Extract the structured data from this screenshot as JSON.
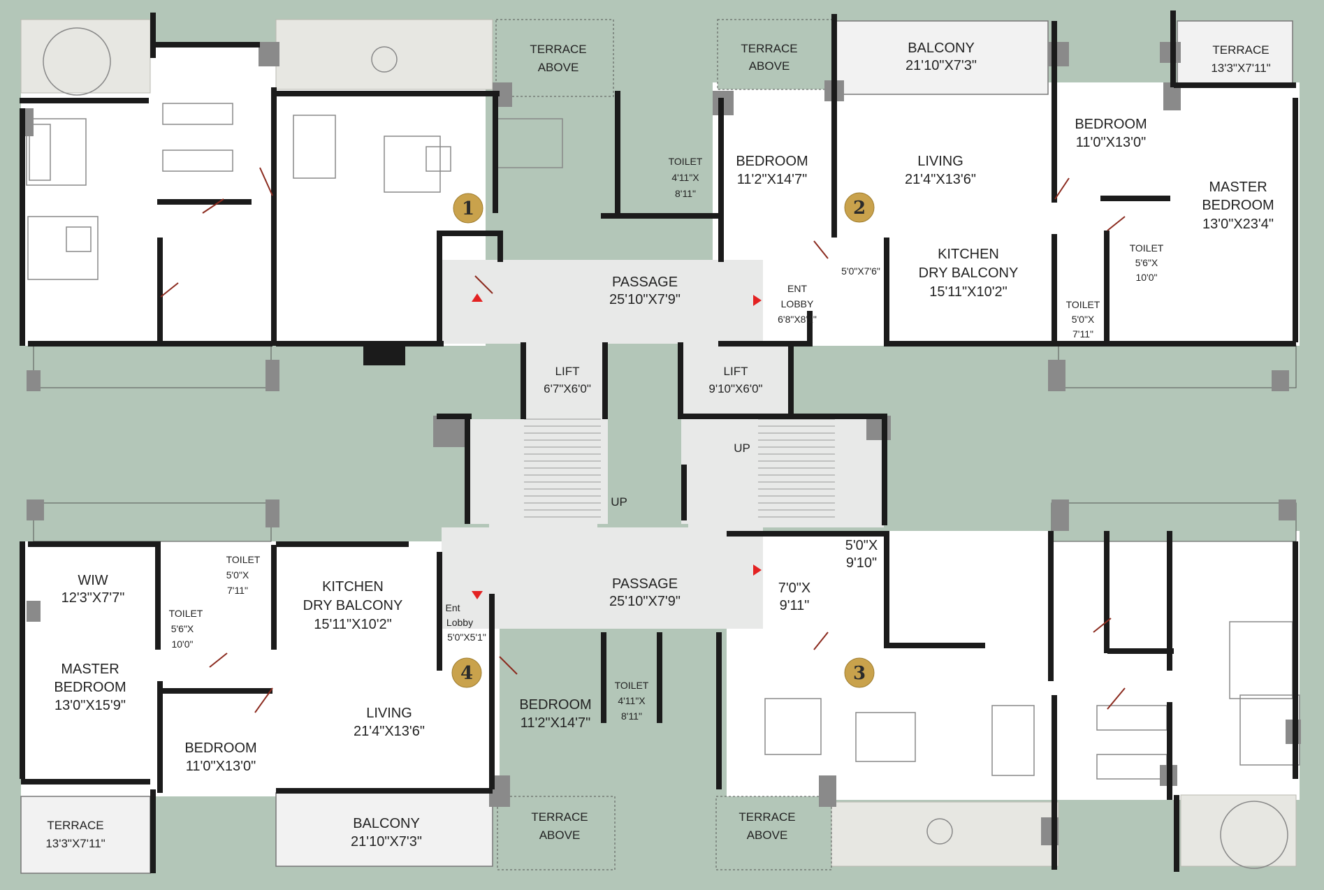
{
  "floor_plan": {
    "unit_badges": [
      "1",
      "2",
      "3",
      "4"
    ],
    "common": {
      "passage_top": [
        "PASSAGE",
        "25'10\"X7'9\""
      ],
      "passage_bottom": [
        "PASSAGE",
        "25'10\"X7'9\""
      ],
      "lift_left": [
        "LIFT",
        "6'7\"X6'0\""
      ],
      "lift_right": [
        "LIFT",
        "9'10\"X6'0\""
      ],
      "stair_up_left": "UP",
      "stair_up_right": "UP"
    },
    "unit1": {
      "terrace_above": [
        "TERRACE",
        "ABOVE"
      ],
      "toilet": [
        "TOILET",
        "4'11\"X",
        "8'11\""
      ]
    },
    "unit2": {
      "terrace_above": [
        "TERRACE",
        "ABOVE"
      ],
      "balcony": [
        "BALCONY",
        "21'10\"X7'3\""
      ],
      "terrace": [
        "TERRACE",
        "13'3\"X7'11\""
      ],
      "bedroom": [
        "BEDROOM",
        "11'2\"X14'7\""
      ],
      "living": [
        "LIVING",
        "21'4\"X13'6\""
      ],
      "bedroom2": [
        "BEDROOM",
        "11'0\"X13'0\""
      ],
      "master": [
        "MASTER",
        "BEDROOM",
        "13'0\"X23'4\""
      ],
      "kitchen": [
        "KITCHEN",
        "DRY BALCONY",
        "15'11\"X10'2\""
      ],
      "ent_lobby": [
        "ENT",
        "LOBBY",
        "6'8\"X8'1\""
      ],
      "small": "5'0\"X7'6\"",
      "toilet1": [
        "TOILET",
        "5'6\"X",
        "10'0\""
      ],
      "toilet2": [
        "TOILET",
        "5'0\"X",
        "7'11\""
      ]
    },
    "unit3": {
      "terrace_above": [
        "TERRACE",
        "ABOVE"
      ],
      "lobby": [
        "7'0\"X",
        "9'11\""
      ],
      "small": [
        "5'0\"X",
        "9'10\""
      ]
    },
    "unit4": {
      "terrace_above": [
        "TERRACE",
        "ABOVE"
      ],
      "wiw": [
        "WIW",
        "12'3\"X7'7\""
      ],
      "master": [
        "MASTER",
        "BEDROOM",
        "13'0\"X15'9\""
      ],
      "bedroom2": [
        "BEDROOM",
        "11'0\"X13'0\""
      ],
      "terrace": [
        "TERRACE",
        "13'3\"X7'11\""
      ],
      "balcony": [
        "BALCONY",
        "21'10\"X7'3\""
      ],
      "living": [
        "LIVING",
        "21'4\"X13'6\""
      ],
      "kitchen": [
        "KITCHEN",
        "DRY BALCONY",
        "15'11\"X10'2\""
      ],
      "ent_lobby": [
        "Ent",
        "Lobby",
        "5'0\"X5'1\""
      ],
      "bedroom": [
        "BEDROOM",
        "11'2\"X14'7\""
      ],
      "toilet1": [
        "TOILET",
        "5'0\"X",
        "7'11\""
      ],
      "toilet2": [
        "TOILET",
        "5'6\"X",
        "10'0\""
      ],
      "toilet3": [
        "TOILET",
        "4'11\"X",
        "8'11\""
      ]
    }
  },
  "colors": {
    "background": "#b3c6b8",
    "walls": "#1b1b1b",
    "columns": "#8a8a8a",
    "badge": "#c9a24c",
    "entry_arrow": "#e32222",
    "door_swing": "#8b2a1e"
  }
}
